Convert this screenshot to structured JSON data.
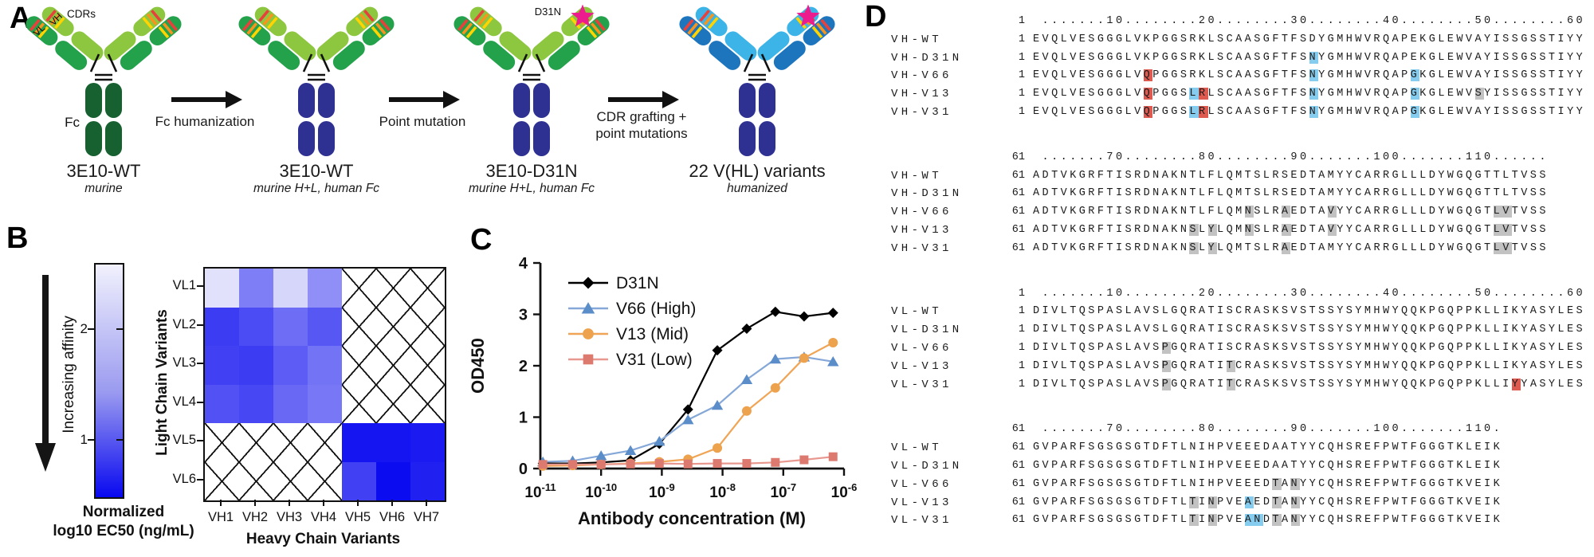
{
  "panels": {
    "a_label": "A",
    "b_label": "B",
    "c_label": "C",
    "d_label": "D"
  },
  "panel_a": {
    "star_color": "#ec1c8f",
    "cdr_colors": [
      "#e8413c",
      "#f7941d",
      "#ffd400"
    ],
    "antibodies": [
      {
        "name": "3E10-WT",
        "subtitle": "murine",
        "colors": {
          "variable": "#8dc63f",
          "light": "#23a14b",
          "fc": "#17602f"
        },
        "star": false,
        "labels": {
          "vl": "VL",
          "vh": "VH",
          "cdrs": "CDRs",
          "fc": "Fc"
        }
      },
      {
        "name": "3E10-WT",
        "subtitle": "murine H+L, human Fc",
        "colors": {
          "variable": "#8dc63f",
          "light": "#23a14b",
          "fc": "#2e3192"
        },
        "star": false
      },
      {
        "name": "3E10-D31N",
        "subtitle": "murine H+L, human Fc",
        "colors": {
          "variable": "#8dc63f",
          "light": "#23a14b",
          "fc": "#2e3192"
        },
        "star": true,
        "star_label": "D31N"
      },
      {
        "name": "22 V(HL) variants",
        "subtitle": "humanized",
        "colors": {
          "variable": "#3cb4e7",
          "light": "#1d76bd",
          "fc": "#2e3192"
        },
        "star": true
      }
    ],
    "arrow_labels": [
      "Fc humanization",
      "Point mutation",
      "CDR grafting +\npoint mutations"
    ]
  },
  "chart_data": [
    {
      "type": "heatmap",
      "x_categories": [
        "VH1",
        "VH2",
        "VH3",
        "VH4",
        "VH5",
        "VH6",
        "VH7"
      ],
      "y_categories": [
        "VL1",
        "VL2",
        "VL3",
        "VL4",
        "VL5",
        "VL6"
      ],
      "xlabel": "Heavy Chain Variants",
      "ylabel": "Light Chain Variants",
      "values": [
        [
          2.45,
          1.55,
          2.35,
          1.7,
          null,
          null,
          null
        ],
        [
          0.95,
          1.1,
          1.4,
          1.2,
          null,
          null,
          null
        ],
        [
          1.0,
          0.95,
          1.25,
          1.45,
          null,
          null,
          null
        ],
        [
          1.15,
          1.05,
          1.35,
          1.5,
          null,
          null,
          null
        ],
        [
          null,
          null,
          null,
          null,
          0.6,
          0.6,
          0.65
        ],
        [
          null,
          null,
          null,
          null,
          1.0,
          0.52,
          0.7
        ]
      ],
      "null_style": "crosshatch",
      "color_scale": {
        "low": "#0a0af0",
        "high": "#f2f2fd"
      },
      "colorbar": {
        "label_line1": "Normalized",
        "label_line2": "log10 EC50 (ng/mL)",
        "ticks": [
          2,
          1
        ],
        "range": [
          0.5,
          2.6
        ],
        "arrow_label": "Increasing affinity"
      }
    },
    {
      "type": "line",
      "xlabel": "Antibody concentration (M)",
      "ylabel": "OD450",
      "xscale": "log",
      "xlim": [
        1e-11,
        1e-06
      ],
      "ylim": [
        0,
        4
      ],
      "yticks": [
        0,
        1,
        2,
        3,
        4
      ],
      "xtick_exponents": [
        -11,
        -10,
        -9,
        -8,
        -7,
        -6
      ],
      "x": [
        1.1e-11,
        3.4e-11,
        1e-10,
        3.05e-10,
        9.1e-10,
        2.7e-09,
        8.2e-09,
        2.5e-08,
        7.4e-08,
        2.2e-07,
        6.6e-07
      ],
      "series": [
        {
          "name": "D31N",
          "marker": "diamond",
          "line_color": "#000000",
          "marker_color": "#000000",
          "values": [
            0.1,
            0.1,
            0.12,
            0.16,
            0.48,
            1.15,
            2.3,
            2.72,
            3.05,
            2.96,
            3.03
          ]
        },
        {
          "name": "V66 (High)",
          "marker": "triangle",
          "line_color": "#85a8d8",
          "marker_color": "#5b8dc9",
          "values": [
            0.13,
            0.15,
            0.25,
            0.35,
            0.53,
            0.95,
            1.23,
            1.73,
            2.13,
            2.17,
            2.08
          ]
        },
        {
          "name": "V13 (Mid)",
          "marker": "circle",
          "line_color": "#f0a556",
          "marker_color": "#eda24d",
          "values": [
            0.05,
            0.06,
            0.08,
            0.1,
            0.13,
            0.18,
            0.4,
            1.12,
            1.57,
            2.15,
            2.45
          ]
        },
        {
          "name": "V31 (Low)",
          "marker": "square",
          "line_color": "#e8988f",
          "marker_color": "#dd7a70",
          "values": [
            0.08,
            0.08,
            0.08,
            0.09,
            0.1,
            0.09,
            0.1,
            0.1,
            0.12,
            0.17,
            0.23
          ]
        }
      ],
      "legend_position": "top-left"
    }
  ],
  "alignment": {
    "highlight_colors": {
      "red": "#dd5a50",
      "blue": "#86ccee",
      "gray": "#c2c2c2"
    },
    "blocks": [
      {
        "ruler_start": "1",
        "ruler": " .......10........20........30........40........50........60",
        "rows": [
          {
            "name": "VH-WT",
            "start": "1",
            "seq": "EVQLVESGGGLVKPGGSRKLSCAASGFTFSDYGMHWVRQAPEKGLEWVAYISSGSSTIYY",
            "hl": []
          },
          {
            "name": "VH-D31N",
            "start": "1",
            "seq": "EVQLVESGGGLVKPGGSRKLSCAASGFTFSNYGMHWVRQAPEKGLEWVAYISSGSSTIYY",
            "hl": [
              [
                30,
                "blue"
              ]
            ]
          },
          {
            "name": "VH-V66",
            "start": "1",
            "seq": "EVQLVESGGGLVQPGGSRKLSCAASGFTFSNYGMHWVRQAPGKGLEWVAYISSGSSTIYY",
            "hl": [
              [
                12,
                "red"
              ],
              [
                30,
                "blue"
              ],
              [
                41,
                "blue"
              ]
            ]
          },
          {
            "name": "VH-V13",
            "start": "1",
            "seq": "EVQLVESGGGLVQPGGSLRLSCAASGFTFSNYGMHWVRQAPGKGLEWVSYISSGSSTIYY",
            "hl": [
              [
                12,
                "red"
              ],
              [
                17,
                "blue"
              ],
              [
                18,
                "red"
              ],
              [
                30,
                "blue"
              ],
              [
                41,
                "blue"
              ],
              [
                48,
                "gray"
              ]
            ]
          },
          {
            "name": "VH-V31",
            "start": "1",
            "seq": "EVQLVESGGGLVQPGGSLRLSCAASGFTFSNYGMHWVRQAPGKGLEWVAYISSGSSTIYY",
            "hl": [
              [
                12,
                "red"
              ],
              [
                17,
                "blue"
              ],
              [
                18,
                "red"
              ],
              [
                30,
                "blue"
              ],
              [
                41,
                "blue"
              ]
            ]
          }
        ]
      },
      {
        "ruler_start": "61",
        "ruler": " .......70........80........90.......100.......110......",
        "rows": [
          {
            "name": "VH-WT",
            "start": "61",
            "seq": "ADTVKGRFTISRDNAKNTLFLQMTSLRSEDTAMYYCARRGLLLDYWGQGTTLTVSS",
            "hl": []
          },
          {
            "name": "VH-D31N",
            "start": "61",
            "seq": "ADTVKGRFTISRDNAKNTLFLQMTSLRSEDTAMYYCARRGLLLDYWGQGTTLTVSS",
            "hl": []
          },
          {
            "name": "VH-V66",
            "start": "61",
            "seq": "ADTVKGRFTISRDNAKNTLFLQMNSLRAEDTAVYYCARRGLLLDYWGQGTLVTVSS",
            "hl": [
              [
                23,
                "gray"
              ],
              [
                27,
                "gray"
              ],
              [
                32,
                "gray"
              ],
              [
                50,
                "gray"
              ],
              [
                51,
                "gray"
              ]
            ]
          },
          {
            "name": "VH-V13",
            "start": "61",
            "seq": "ADTVKGRFTISRDNAKNSLYLQMNSLRAEDTAVYYCARRGLLLDYWGQGTLVTVSS",
            "hl": [
              [
                17,
                "gray"
              ],
              [
                19,
                "gray"
              ],
              [
                23,
                "gray"
              ],
              [
                27,
                "gray"
              ],
              [
                32,
                "gray"
              ],
              [
                50,
                "gray"
              ],
              [
                51,
                "gray"
              ]
            ]
          },
          {
            "name": "VH-V31",
            "start": "61",
            "seq": "ADTVKGRFTISRDNAKNSLYLQMTSLRAEDTAMYYCARRGLLLDYWGQGTLVTVSS",
            "hl": [
              [
                17,
                "gray"
              ],
              [
                19,
                "gray"
              ],
              [
                27,
                "gray"
              ],
              [
                50,
                "gray"
              ],
              [
                51,
                "gray"
              ]
            ]
          }
        ]
      },
      {
        "ruler_start": "1",
        "ruler": " .......10........20........30........40........50........60",
        "rows": [
          {
            "name": "VL-WT",
            "start": "1",
            "seq": "DIVLTQSPASLAVSLGQRATISCRASKSVSTSSYSYMHWYQQKPGQPPKLLIKYASYLES",
            "hl": []
          },
          {
            "name": "VL-D31N",
            "start": "1",
            "seq": "DIVLTQSPASLAVSLGQRATISCRASKSVSTSSYSYMHWYQQKPGQPPKLLIKYASYLES",
            "hl": []
          },
          {
            "name": "VL-V66",
            "start": "1",
            "seq": "DIVLTQSPASLAVSPGQRATISCRASKSVSTSSYSYMHWYQQKPGQPPKLLIKYASYLES",
            "hl": [
              [
                14,
                "gray"
              ]
            ]
          },
          {
            "name": "VL-V13",
            "start": "1",
            "seq": "DIVLTQSPASLAVSPGQRATITCRASKSVSTSSYSYMHWYQQKPGQPPKLLIKYASYLES",
            "hl": [
              [
                14,
                "gray"
              ],
              [
                21,
                "gray"
              ]
            ]
          },
          {
            "name": "VL-V31",
            "start": "1",
            "seq": "DIVLTQSPASLAVSPGQRATITCRASKSVSTSSYSYMHWYQQKPGQPPKLLIYYASYLES",
            "hl": [
              [
                14,
                "gray"
              ],
              [
                21,
                "gray"
              ],
              [
                52,
                "red"
              ]
            ]
          }
        ]
      },
      {
        "ruler_start": "61",
        "ruler": " .......70........80........90.......100.......110.",
        "rows": [
          {
            "name": "VL-WT",
            "start": "61",
            "seq": "GVPARFSGSGSGTDFTLNIHPVEEEDAATYYCQHSREFPWTFGGGTKLEIK",
            "hl": []
          },
          {
            "name": "VL-D31N",
            "start": "61",
            "seq": "GVPARFSGSGSGTDFTLNIHPVEEEDAATYYCQHSREFPWTFGGGTKLEIK",
            "hl": []
          },
          {
            "name": "VL-V66",
            "start": "61",
            "seq": "GVPARFSGSGSGTDFTLNIHPVEEEDTANYYCQHSREFPWTFGGGTKVEIK",
            "hl": [
              [
                26,
                "gray"
              ],
              [
                28,
                "gray"
              ]
            ]
          },
          {
            "name": "VL-V13",
            "start": "61",
            "seq": "GVPARFSGSGSGTDFTLTINPVEAEDTANYYCQHSREFPWTFGGGTKVEIK",
            "hl": [
              [
                17,
                "gray"
              ],
              [
                19,
                "gray"
              ],
              [
                23,
                "blue"
              ],
              [
                26,
                "gray"
              ],
              [
                28,
                "gray"
              ]
            ]
          },
          {
            "name": "VL-V31",
            "start": "61",
            "seq": "GVPARFSGSGSGTDFTLTINPVEANDTANYYCQHSREFPWTFGGGTKVEIK",
            "hl": [
              [
                17,
                "gray"
              ],
              [
                19,
                "gray"
              ],
              [
                23,
                "blue"
              ],
              [
                24,
                "blue"
              ],
              [
                26,
                "gray"
              ],
              [
                28,
                "gray"
              ]
            ]
          }
        ]
      }
    ]
  }
}
